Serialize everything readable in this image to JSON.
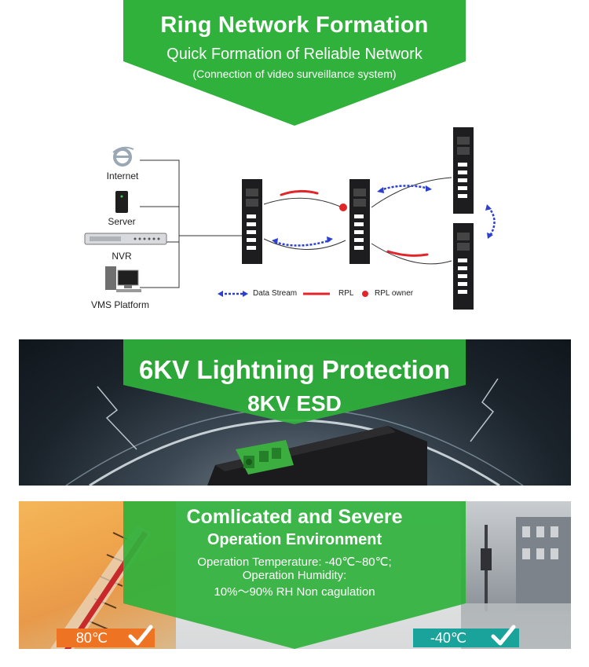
{
  "ring": {
    "title": "Ring Network Formation",
    "subtitle": "Quick Formation of Reliable Network",
    "note": "(Connection of video surveillance system)",
    "devices": [
      "Internet",
      "Server",
      "NVR",
      "VMS Platform"
    ],
    "legend": {
      "data_stream": "Data Stream",
      "rpl": "RPL",
      "rpl_owner": "RPL owner"
    }
  },
  "protection": {
    "title": "6KV Lightning Protection",
    "subtitle": "8KV ESD"
  },
  "environment": {
    "title": "Comlicated and Severe",
    "subtitle": "Operation Environment",
    "temperature": "Operation Temperature: -40℃~80℃;",
    "humidity_label": "Operation Humidity:",
    "humidity_value": "10%～90% RH Non cagulation",
    "hot_badge": "80℃",
    "cold_badge": "-40℃"
  },
  "colors": {
    "banner_green": "#2fb13b",
    "hot_badge": "#ee7423",
    "cold_badge": "#1aa39a",
    "rpl_red": "#e0262b",
    "stream_blue": "#2d3fcf"
  }
}
